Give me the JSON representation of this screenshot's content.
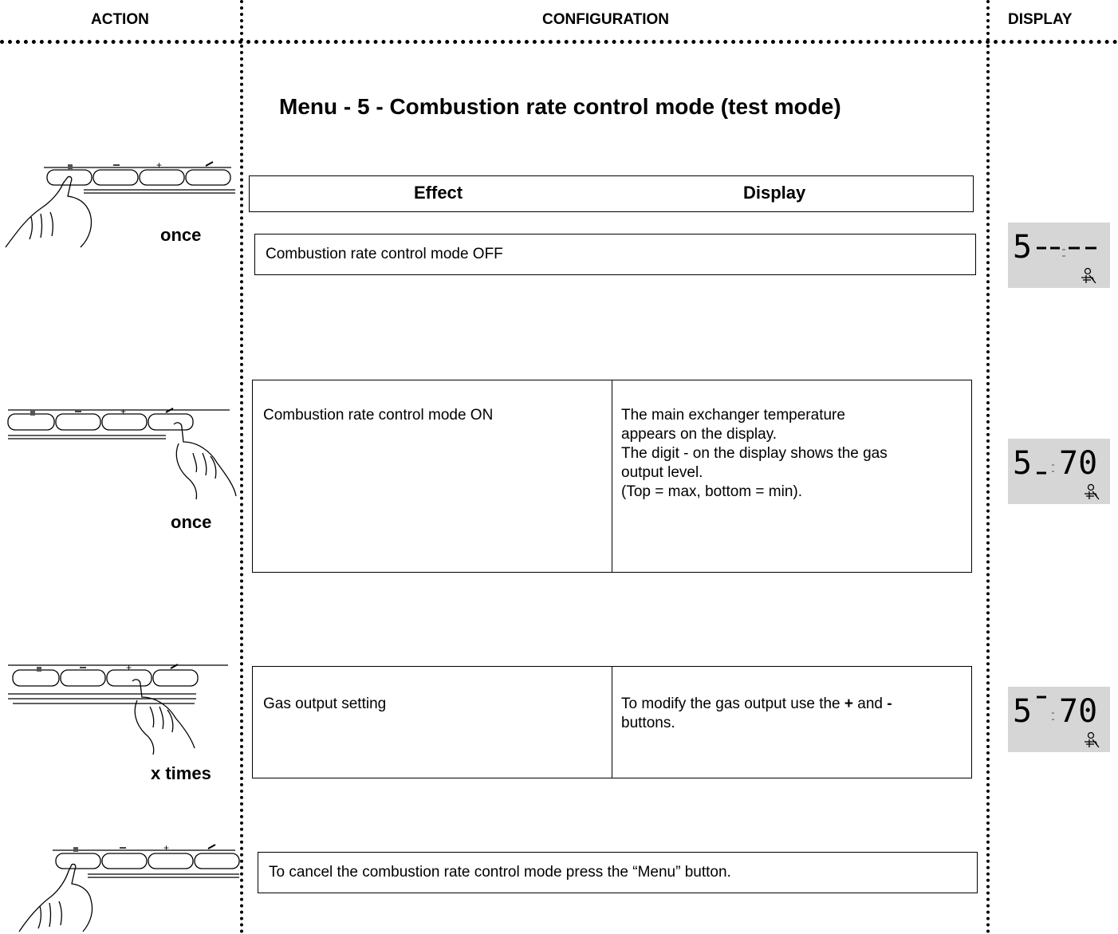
{
  "header": {
    "action": "ACTION",
    "configuration": "CONFIGURATION",
    "display": "DISPLAY"
  },
  "title": "Menu - 5 - Combustion rate control mode (test mode)",
  "table_header": {
    "effect": "Effect",
    "display": "Display"
  },
  "steps": [
    {
      "action": "once",
      "effect": "Combustion rate control mode OFF",
      "display_text": ""
    },
    {
      "action": "once",
      "effect": "Combustion rate control mode ON",
      "display_lines": [
        "The main exchanger temperature",
        "appears on the display.",
        "The digit - on the display shows the gas",
        "output level.",
        "(Top = max, bottom = min)."
      ]
    },
    {
      "action": "x times",
      "effect": "Gas output setting",
      "display_pre": "To modify the gas output use the ",
      "plus": "+",
      "mid": " and ",
      "minus": "-",
      "display_post": "buttons."
    },
    {
      "action": "",
      "effect": "To cancel the combustion rate control mode press the “Menu” button."
    }
  ],
  "lcd_states": [
    "5--:--",
    "5_:70",
    "5‾:70"
  ],
  "keypad_buttons": [
    "menu-icon",
    "minus",
    "plus",
    "wrench-icon"
  ],
  "colors": {
    "lcd_background": "#d6d6d6"
  }
}
